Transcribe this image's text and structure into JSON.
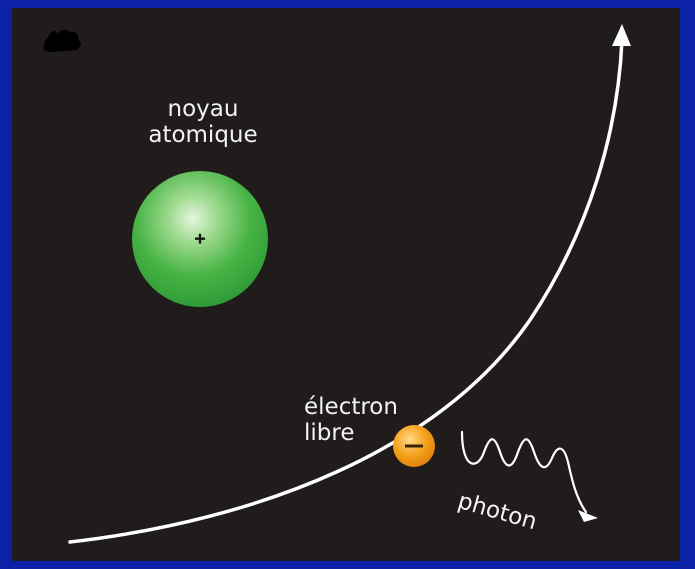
{
  "diagram": {
    "nucleus": {
      "label_line1": "noyau",
      "label_line2": "atomique",
      "charge_symbol": "+",
      "color": "#2fa33a",
      "highlight_color": "#d7f3d2"
    },
    "electron": {
      "label_line1": "électron",
      "label_line2": "libre",
      "charge_symbol": "−",
      "color": "#f39a12"
    },
    "photon": {
      "label": "photon"
    },
    "trajectory": {
      "color": "#ffffff",
      "arrow": "arrowhead-up"
    },
    "background_color": "#211c1c",
    "frame_color": "#0b22a8"
  }
}
